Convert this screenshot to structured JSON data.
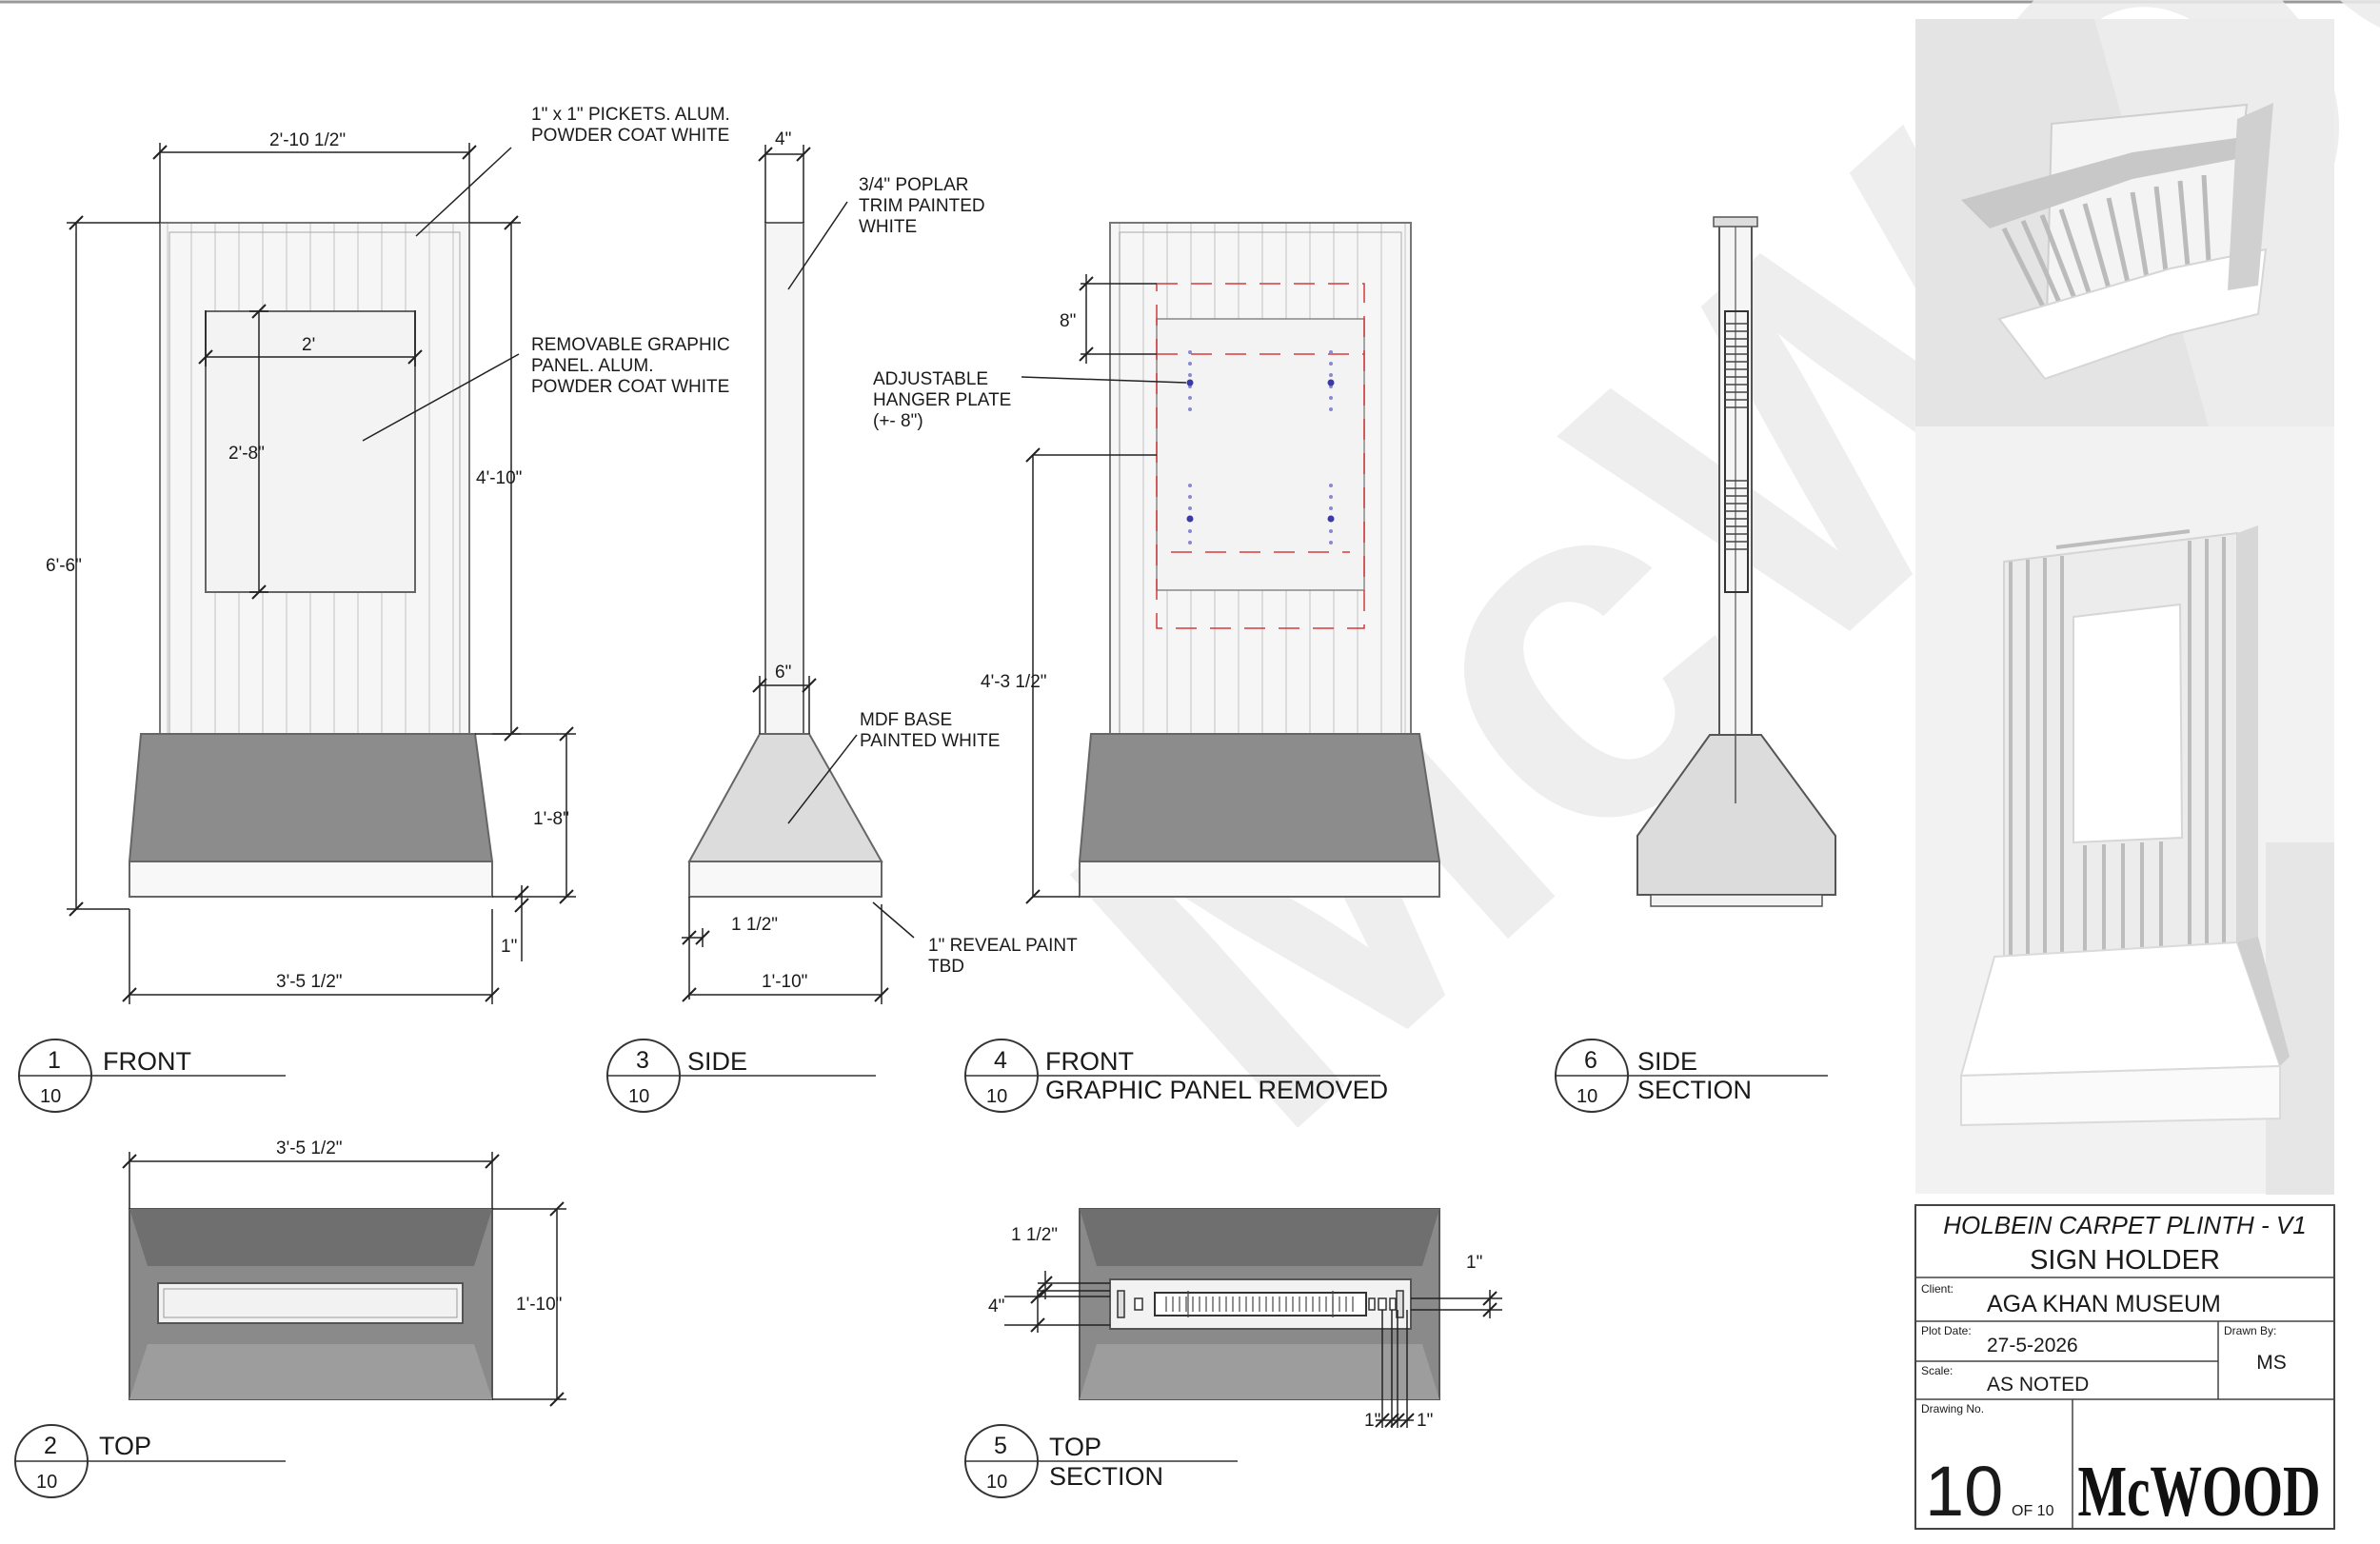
{
  "watermark": "McWOOD",
  "views": {
    "v1": {
      "num": "1",
      "sheet": "10",
      "title": "FRONT"
    },
    "v2": {
      "num": "2",
      "sheet": "10",
      "title": "TOP"
    },
    "v3": {
      "num": "3",
      "sheet": "10",
      "title": "SIDE"
    },
    "v4": {
      "num": "4",
      "sheet": "10",
      "title1": "FRONT",
      "title2": "GRAPHIC PANEL REMOVED"
    },
    "v5": {
      "num": "5",
      "sheet": "10",
      "title1": "TOP",
      "title2": "SECTION"
    },
    "v6": {
      "num": "6",
      "sheet": "10",
      "title1": "SIDE",
      "title2": "SECTION"
    }
  },
  "dims": {
    "front_width": "2'-10 1/2\"",
    "front_panel_w": "2'",
    "front_panel_h": "2'-8\"",
    "front_height": "6'-6\"",
    "front_upper": "4'-10\"",
    "front_base": "1'-8\"",
    "front_reveal": "1\"",
    "front_base_w": "3'-5 1/2\"",
    "side_top": "4\"",
    "side_mid": "6\"",
    "side_reveal": "1 1/2\"",
    "side_base_w": "1'-10\"",
    "f4_gap": "8\"",
    "f4_height": "4'-3 1/2\"",
    "top_w": "3'-5 1/2\"",
    "top_d": "1'-10\"",
    "ts_a": "1 1/2\"",
    "ts_b": "4\"",
    "ts_c": "1\"",
    "ts_d": "1\"",
    "ts_e": "1\""
  },
  "notes": {
    "pickets": [
      "1\" x 1\" PICKETS. ALUM.",
      "POWDER COAT WHITE"
    ],
    "panel": [
      "REMOVABLE GRAPHIC",
      "PANEL. ALUM.",
      "POWDER COAT WHITE"
    ],
    "trim": [
      "3/4\" POPLAR",
      "TRIM PAINTED",
      "WHITE"
    ],
    "mdf": [
      "MDF BASE",
      "PAINTED WHITE"
    ],
    "reveal": [
      "1\" REVEAL PAINT",
      "TBD"
    ],
    "hanger": [
      "ADJUSTABLE",
      "HANGER PLATE",
      "(+- 8\")"
    ]
  },
  "title_block": {
    "project": "HOLBEIN CARPET PLINTH - V1",
    "subtitle": "SIGN HOLDER",
    "client_label": "Client:",
    "client": "AGA KHAN MUSEUM",
    "plot_label": "Plot Date:",
    "plot_date": "27-5-2026",
    "drawn_label": "Drawn By:",
    "drawn_by": "MS",
    "scale_label": "Scale:",
    "scale": "AS NOTED",
    "drawing_label": "Drawing No.",
    "drawing_no": "10",
    "of_text": "OF 10",
    "logo": "McWOOD"
  }
}
